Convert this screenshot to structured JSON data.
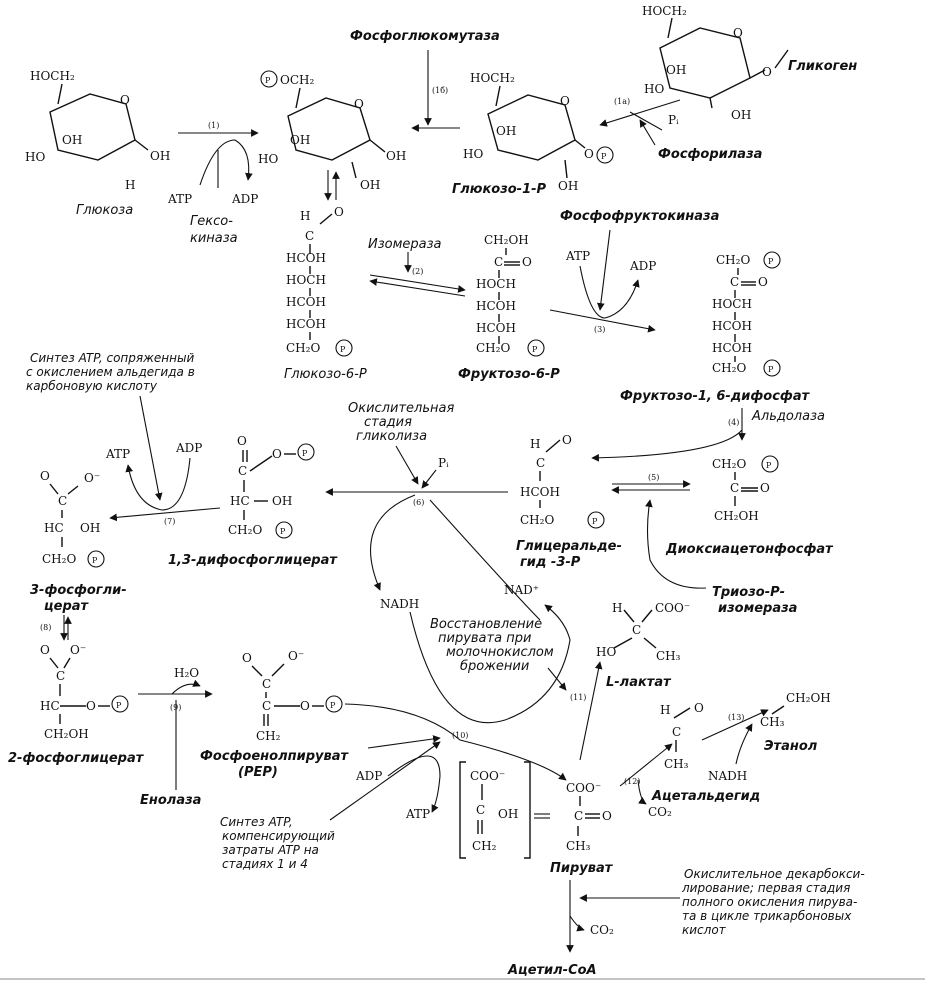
{
  "enzymes": {
    "phosphoglucomutase": "Фосфоглюкомутаза",
    "phosphorylase": "Фосфорилаза",
    "hexokinase_1": "Гексо-",
    "hexokinase_2": "киназа",
    "isomerase": "Изомераза",
    "phosphofructokinase": "Фосфофруктокиназа",
    "aldolase": "Альдолаза",
    "triose_isomerase_1": "Триозо-Р-",
    "triose_isomerase_2": "изомераза",
    "enolase": "Енолаза"
  },
  "compounds": {
    "glucose": "Глюкоза",
    "glucose_6p": "Глюкозо-6-Р",
    "glucose_1p": "Глюкозо-1-Р",
    "glycogen": "Гликоген",
    "fructose_6p": "Фруктозо-6-Р",
    "fructose_16": "Фруктозо-1, 6-дифосфат",
    "dhap": "Диоксиацетонфосфат",
    "gap_1": "Глицеральде-",
    "gap_2": "гид -3-Р",
    "bpg": "1,3-дифосфоглицерат",
    "pg3_1": "3-фосфогли-",
    "pg3_2": "церат",
    "pg2": "2-фосфоглицерат",
    "pep_1": "Фосфоенолпируват",
    "pep_2": "(PEP)",
    "pyruvate": "Пируват",
    "lactate": "L-лактат",
    "acetaldehyde": "Ацетальдегид",
    "ethanol": "Этанол",
    "acetyl_coa": "Ацетил-СоА"
  },
  "notes": {
    "atp_synth_1": [
      "Синтез ATP, сопряженный",
      "с окислением альдегида в",
      "карбоновую кислоту"
    ],
    "oxidative_stage": [
      "Окислительная",
      "стадия",
      "гликолиза"
    ],
    "pyruvate_reduction": [
      "Восстановление",
      "пирувата при",
      "молочнокислом",
      "брожении"
    ],
    "atp_synth_2": [
      "Синтез ATP,",
      "компенсирующий",
      "затраты ATP на",
      "стадиях 1 и 4"
    ],
    "decarboxylation": [
      "Окислительное декарбокси-",
      "лирование; первая стадия",
      "полного окисления пирува-",
      "та в цикле трикарбоновых",
      "кислот"
    ]
  },
  "cofactors": {
    "atp": "ATP",
    "adp": "ADP",
    "pi": "Pᵢ",
    "nadh": "NADH",
    "nad": "NAD⁺",
    "h2o": "H₂O",
    "co2": "CO₂"
  },
  "step_numbers": [
    "(1a)",
    "(1б)",
    "(1)",
    "(2)",
    "(3)",
    "(4)",
    "(5)",
    "(6)",
    "(7)",
    "(8)",
    "(9)",
    "(10)",
    "(11)",
    "(12)",
    "(13)"
  ]
}
